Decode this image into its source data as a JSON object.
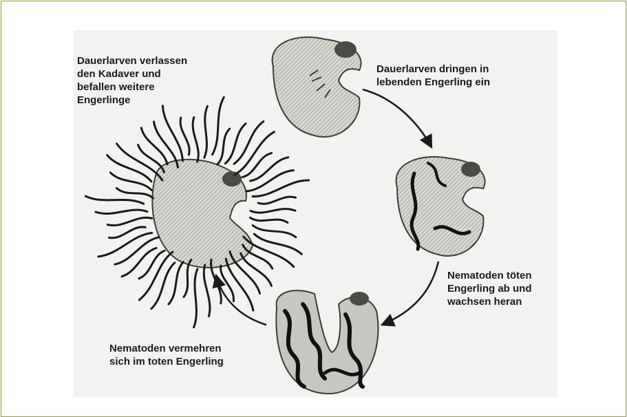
{
  "labels": {
    "leave": [
      "Dauerlarven verlassen",
      "den Kadaver und",
      "befallen weitere",
      "Engerlinge"
    ],
    "enter": [
      "Dauerlarven dringen in",
      "lebenden Engerling ein"
    ],
    "kill": [
      "Nematoden töten",
      "Engerling ab und",
      "wachsen heran"
    ],
    "multiply": [
      "Nematoden vermehren",
      "sich im toten Engerling"
    ]
  },
  "colors": {
    "frame_border": "#9aa03a",
    "panel": "#f2f2f0",
    "ink": "#1a1a1a",
    "grub_fill": "#d8d6d0"
  }
}
